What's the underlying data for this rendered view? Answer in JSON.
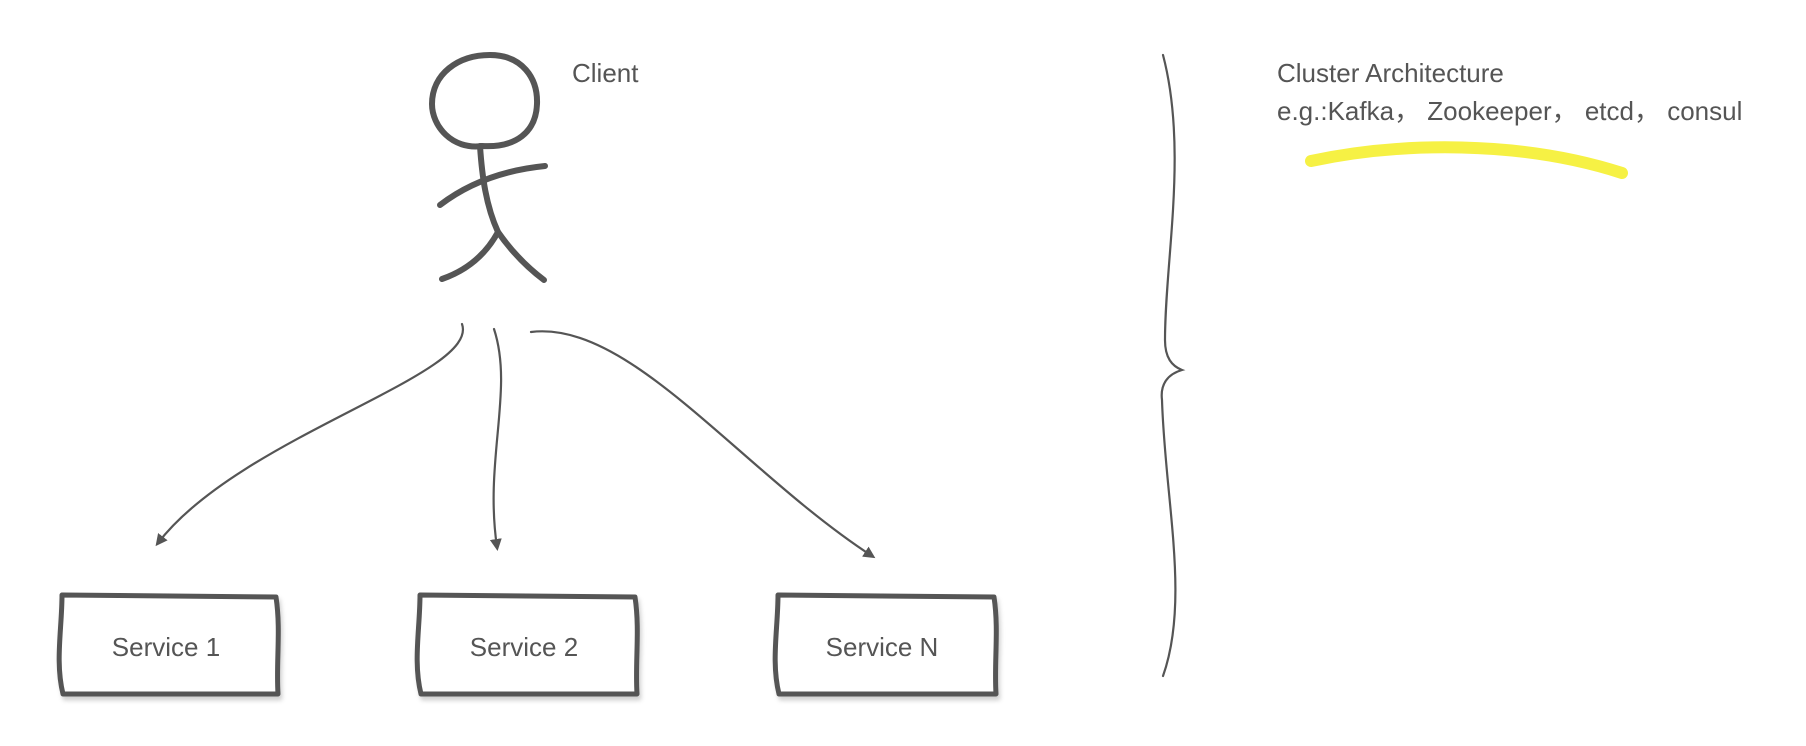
{
  "client": {
    "label": "Client"
  },
  "services": [
    {
      "label": "Service 1"
    },
    {
      "label": "Service 2"
    },
    {
      "label": "Service N"
    }
  ],
  "cluster": {
    "title": "Cluster Architecture",
    "examples": "e.g.:Kafka， Zookeeper， etcd， consul"
  },
  "colors": {
    "stroke": "#555555",
    "text": "#555555",
    "highlight": "#f5f03a",
    "background": "#ffffff"
  },
  "icons": {
    "client": "stick-figure-icon"
  }
}
